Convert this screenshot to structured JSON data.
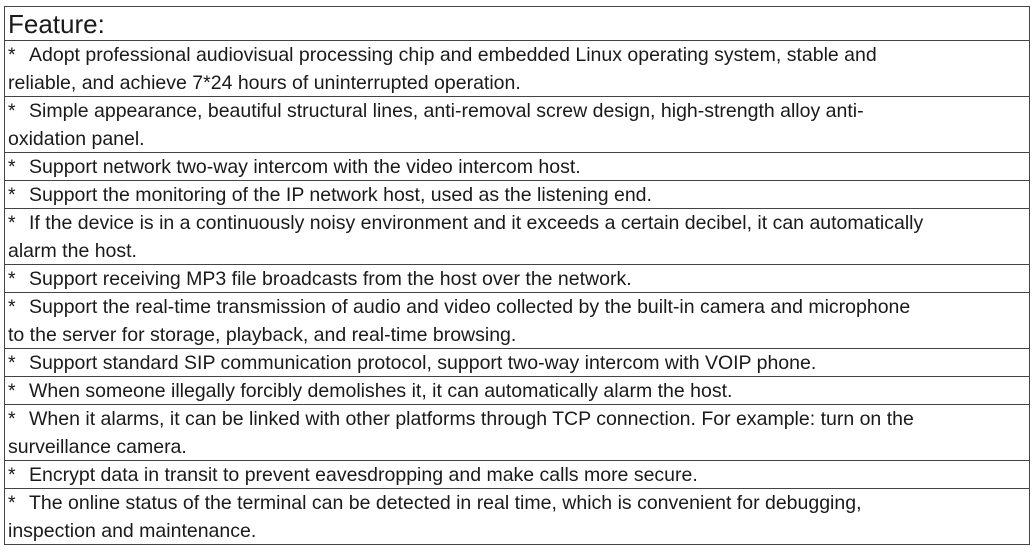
{
  "heading": "Feature:",
  "bullet": "*",
  "features": [
    {
      "lines": [
        "Adopt professional audiovisual processing chip and embedded Linux operating system, stable and",
        "reliable, and achieve 7*24 hours of uninterrupted operation."
      ]
    },
    {
      "lines": [
        "Simple appearance, beautiful structural lines, anti-removal screw design, high-strength alloy anti-",
        "oxidation panel."
      ]
    },
    {
      "lines": [
        "Support network two-way intercom with the video intercom host."
      ]
    },
    {
      "lines": [
        "Support the monitoring of the IP network host, used as the listening end."
      ]
    },
    {
      "lines": [
        "If the device is in a continuously noisy environment and it exceeds a certain decibel, it can automatically",
        "alarm the host."
      ]
    },
    {
      "lines": [
        "Support receiving MP3 file broadcasts from the host over the network."
      ]
    },
    {
      "lines": [
        "Support the real-time transmission of audio and video collected by the built-in camera and microphone",
        "to the server for storage, playback, and real-time browsing."
      ]
    },
    {
      "lines": [
        "Support standard SIP communication protocol, support two-way intercom with VOIP phone."
      ]
    },
    {
      "lines": [
        "When someone illegally forcibly demolishes it, it can automatically alarm the host."
      ]
    },
    {
      "lines": [
        "When it alarms, it can be linked with other platforms through TCP connection. For example: turn on the",
        "surveillance camera."
      ]
    },
    {
      "lines": [
        "Encrypt data in transit to prevent eavesdropping and make calls more secure."
      ]
    },
    {
      "lines": [
        "The online status of the terminal can be detected in real time, which is convenient for debugging,",
        "inspection and maintenance."
      ]
    }
  ]
}
